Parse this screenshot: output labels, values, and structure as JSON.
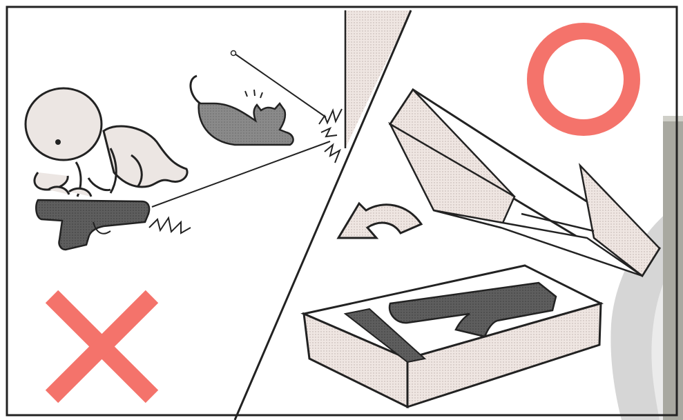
{
  "panels": {
    "left": {
      "verdict": "incorrect",
      "mark": "cross"
    },
    "right": {
      "verdict": "correct",
      "mark": "circle"
    }
  },
  "colors": {
    "mark_red": "#f4736b",
    "outline": "#2b2b2b",
    "shading": "#8c8c8c",
    "box_fill": "#efe4df",
    "gun_fill": "#5a5a5a",
    "cat_fill": "#7f7f7f"
  },
  "icons": [
    "crawling-baby",
    "handgun",
    "cat",
    "cross-mark",
    "circle-mark",
    "open-box",
    "box-lid",
    "curved-arrow"
  ]
}
